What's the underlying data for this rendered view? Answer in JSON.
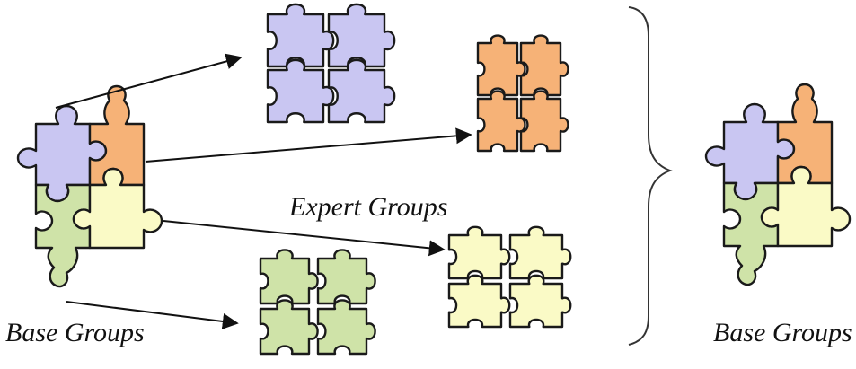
{
  "labels": {
    "base_left": "Base Groups",
    "expert": "Expert Groups",
    "base_right": "Base Groups"
  },
  "colors": {
    "purple": "#c9c6f2",
    "orange": "#f6b277",
    "green": "#cfe3a8",
    "yellow": "#fafac6",
    "outline": "#1a1a1a"
  }
}
